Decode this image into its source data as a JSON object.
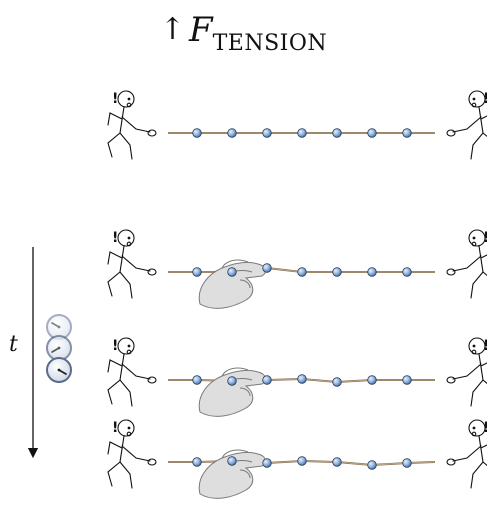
{
  "title": {
    "arrow": "↑",
    "symbol": "F",
    "subscript": "TENSION"
  },
  "time_label": "t",
  "exclamation": "!",
  "colors": {
    "rope": "#8b7355",
    "bead_fill": "#8fb3de",
    "bead_stroke": "#2b3f5c",
    "ink": "#111111",
    "hand_fill": "#dedede",
    "hand_stroke": "#7a7a7a",
    "clock_face": "#e8ecf4",
    "clock_rim": "#5b6b8c"
  },
  "panels": [
    {
      "name": "panel-initial",
      "displacements": [
        0,
        0,
        0,
        0,
        0,
        0,
        0
      ],
      "hand": false
    },
    {
      "name": "panel-pull",
      "displacements": [
        0,
        0,
        -4,
        0,
        0,
        0,
        0
      ],
      "hand": true
    },
    {
      "name": "panel-release",
      "displacements": [
        0,
        1,
        0,
        -1,
        2,
        0,
        0
      ],
      "hand": true
    },
    {
      "name": "panel-propagate",
      "displacements": [
        0,
        -1,
        1,
        -1,
        0,
        3,
        1
      ],
      "hand": true
    }
  ],
  "clock_hands": [
    10,
    8,
    4
  ]
}
